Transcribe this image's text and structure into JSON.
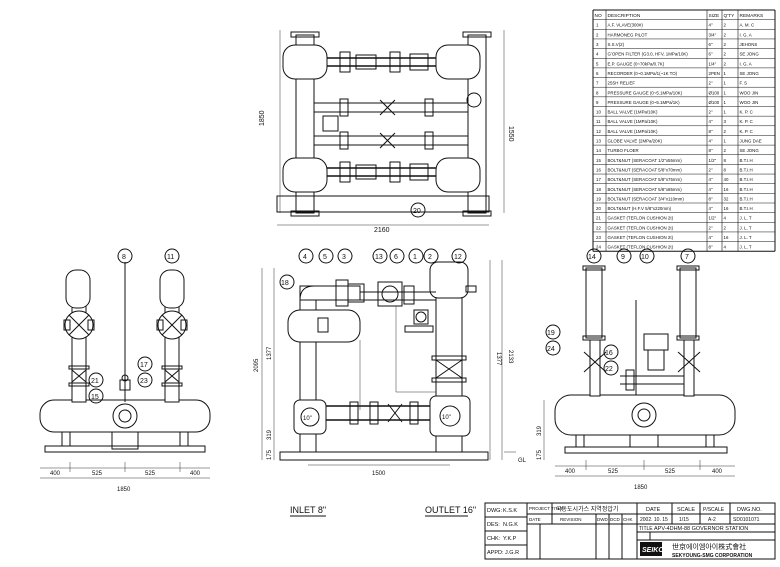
{
  "bom": {
    "headers": [
      "NO",
      "DESCRIPTION",
      "SIZE",
      "Q'TY",
      "REMARKS"
    ],
    "rows": [
      [
        "1",
        "A.F. VLAVE(300#)",
        "4\"",
        "2",
        "A. M. C"
      ],
      [
        "2",
        "HARMONEG PILOT",
        "3/4\"",
        "2",
        "I. G. A"
      ],
      [
        "3",
        "S.S.V(2)",
        "6\"",
        "2",
        "JEHONS"
      ],
      [
        "4",
        "G’OPEN FILTER (G3.0, HFV, 1MPa/10K)",
        "6\"",
        "2",
        "SE JONG"
      ],
      [
        "5",
        "E.P. GAUGE (0~70kPa/0.7K)",
        "1/4\"",
        "2",
        "I. G. A"
      ],
      [
        "6",
        "RECORDER (0~0.1MPa/1(~1K TO)",
        "2PEN",
        "1",
        "SE JONG"
      ],
      [
        "7",
        "25SH RELIEF",
        "2\"",
        "1",
        "F. S"
      ],
      [
        "8",
        "PRESSURE GAUGE (0~5.1MPa/10K)",
        "Ø100",
        "1",
        "WOO JIN"
      ],
      [
        "9",
        "PRESSURE GAUGE (0~5.1MPa/1K)",
        "Ø100",
        "1",
        "WOO JIN"
      ],
      [
        "10",
        "BALL VALVE (1MPa/10K)",
        "2\"",
        "1",
        "K. P. C"
      ],
      [
        "11",
        "BALL VALVE (1MPa/10K)",
        "4\"",
        "3",
        "K. P. C"
      ],
      [
        "12",
        "BALL VALVE (1MPa/10K)",
        "8\"",
        "2",
        "K. P. C"
      ],
      [
        "13",
        "GLOBE VALVE (2MPa/20K)",
        "4\"",
        "1",
        "JUNG DAE"
      ],
      [
        "14",
        "TURBO FLOER",
        "8\"",
        "2",
        "SE JONG"
      ],
      [
        "15",
        "BOLT&NUT (SERACOAT 1/2\"x55mm)",
        "1/2\"",
        "8",
        "B.T.I.H"
      ],
      [
        "16",
        "BOLT&NUT (SERACOAT 5/8\"x70mm)",
        "2\"",
        "8",
        "B.T.I.H"
      ],
      [
        "17",
        "BOLT&NUT (SERACOAT 5/8\"x75mm)",
        "4\"",
        "40",
        "B.T.I.H"
      ],
      [
        "18",
        "BOLT&NUT (SERACOAT 5/8\"x85mm)",
        "4\"",
        "16",
        "B.T.I.H"
      ],
      [
        "19",
        "BOLT&NUT (SERACOAT 3/4\"x110mm)",
        "8\"",
        "32",
        "B.T.I.H"
      ],
      [
        "20",
        "BOLT&NUT (H.F.V 5/8\"x220mm)",
        "4\"",
        "16",
        "B.T.I.H"
      ],
      [
        "21",
        "GASKET (TEFLON CUSHION 2t)",
        "1/2\"",
        "4",
        "J. L. T"
      ],
      [
        "22",
        "GASKET (TEFLON CUSHION 2t)",
        "2\"",
        "2",
        "J. L. T"
      ],
      [
        "23",
        "GASKET (TEFLON CUSHION 2t)",
        "4\"",
        "16",
        "J. L. T"
      ],
      [
        "24",
        "GASKET (TEFLON CUSHION 2t)",
        "8\"",
        "4",
        "J. L. T"
      ]
    ]
  },
  "plan_dims": {
    "width": "2160",
    "height_left": "1850",
    "height_right": "1550"
  },
  "balloons": {
    "plan": [
      "20"
    ],
    "left": [
      "8",
      "11",
      "17",
      "23",
      "21",
      "15"
    ],
    "front": [
      "18",
      "4",
      "5",
      "3",
      "13",
      "6",
      "1",
      "2",
      "12"
    ],
    "right": [
      "14",
      "9",
      "10",
      "7",
      "19",
      "24",
      "16",
      "22"
    ]
  },
  "left_dims": {
    "d1": "400",
    "d2": "525",
    "d3": "525",
    "d4": "400",
    "total": "1850"
  },
  "front_dims": {
    "h_total": "2095",
    "h_upper": "1377",
    "h_mid": "319",
    "h_low": "175",
    "width": "1500",
    "h_right": "1377",
    "h_right_total": "2133",
    "gl": "GL",
    "valve_label_1": "10\"",
    "valve_label_2": "10\""
  },
  "right_dims": {
    "d1": "400",
    "d2": "525",
    "d3": "525",
    "d4": "400",
    "h_mid": "319",
    "h_low": "175",
    "total": "1850"
  },
  "inlet_label": "INLET 8\"",
  "outlet_label": "OUTLET 16\"",
  "title_block": {
    "dwg_label": "DWG:",
    "dwg_value": "K.S.K",
    "des_label": "DES:",
    "des_value": "N.G.K",
    "chk_label": "CHK:",
    "chk_value": "Y.K.P",
    "appd_label": "APPD:",
    "appd_value": "J.G.R",
    "project_title_label": "PROJECT TITLE",
    "project_title_value": "국동도시가스 지역정압기",
    "date_label": "DATE",
    "scale_label": "SCALE",
    "psize_label": "P/SCALE",
    "dwgno_label": "DWG.NO.",
    "date_value": "2002. 10. 15",
    "scale_value": "1/15",
    "psize_value": "A-2",
    "dwgno_value": "SD0101071",
    "rev_date_label": "DATE",
    "revision_label": "REVISION",
    "dwd_label": "DWD",
    "dcd_label": "DCD",
    "chk2_label": "CHK",
    "title_label": "TITLE",
    "title_value": "APV-4DHM-88 GOVERNOR STATION",
    "company_logo": "SEIKO",
    "company_kr": "世京에이엠아이株式會社",
    "company_en": "SEKYOUNG-SMG CORPORATION"
  }
}
